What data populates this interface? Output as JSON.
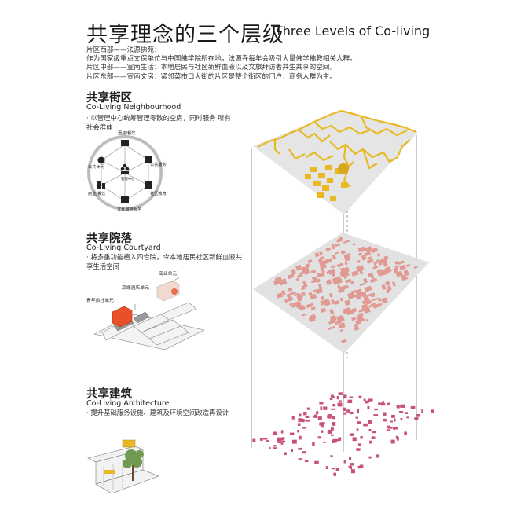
{
  "header": {
    "title_zh": "共享理念的三个层级",
    "title_en": "Three Levels of Co-living"
  },
  "intro": {
    "lines": [
      "片区西部——法源佛苑：",
      "作为国家级重点文保单位与中国佛学院所在地，法源寺每年会吸引大量佛学佛教相关人群。",
      "片区中部——宣南生活：本地居民与社区新鲜血液以及文旅拜访者共生共享的空间。",
      "片区东部——宣南文房：紧邻菜市口大街的片区是整个街区的门户，商务人群为主。"
    ]
  },
  "sections": {
    "neighbourhood": {
      "title_zh": "共享街区",
      "title_en": "Co-Living Neighbourhood",
      "desc": "· 以管理中心统筹管理零散的空房，同时服务 所有社会群体",
      "hub": {
        "center": "管理中心",
        "nodes": [
          "酒店/餐饮",
          "公共服务",
          "社区教育",
          "文化旅游服务",
          "商业/餐饮",
          "公共休闲"
        ]
      }
    },
    "courtyard": {
      "title_zh": "共享院落",
      "title_en": "Co-Living Courtyard",
      "desc": "· 将多重功能植入四合院，令本地居民社区新鲜血液共享生活空间",
      "labels": [
        "商业单元",
        "高端酒店单元",
        "青年旅社单元"
      ]
    },
    "architecture": {
      "title_zh": "共享建筑",
      "title_en": "Co-Living Architecture",
      "desc": "· 提升基础服务设施、建筑及环境空间改造再设计"
    }
  },
  "colors": {
    "yellow_layer": "#e8b923",
    "salmon_layer": "#e09a93",
    "magenta_layer": "#c8507d",
    "plane": "#e5e5e5",
    "courtyard_accent": "#e8502a"
  }
}
